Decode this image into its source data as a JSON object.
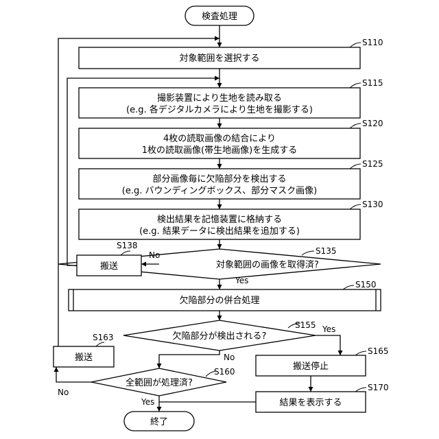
{
  "flowchart": {
    "start_label": "検査処理",
    "end_label": "終了",
    "s110": {
      "step": "S110",
      "line1": "対象範囲を選択する"
    },
    "s115": {
      "step": "S115",
      "line1": "撮影装置により生地を読み取る",
      "line2": "(e.g. 各デジタルカメラにより生地を撮影する)"
    },
    "s120": {
      "step": "S120",
      "line1": "4枚の読取画像の結合により",
      "line2": "1枚の読取画像(帯生地画像)を生成する"
    },
    "s125": {
      "step": "S125",
      "line1": "部分画像毎に欠陥部分を検出する",
      "line2": "(e.g. バウンディングボックス、部分マスク画像)"
    },
    "s130": {
      "step": "S130",
      "line1": "検出結果を記憶装置に格納する",
      "line2": "(e.g. 結果データに検出結果を追加する)"
    },
    "s135": {
      "step": "S135",
      "question": "対象範囲の画像を取得済?",
      "yes": "Yes",
      "no": "No"
    },
    "s138": {
      "step": "S138",
      "label": "搬送"
    },
    "s150": {
      "step": "S150",
      "label": "欠陥部分の併合処理"
    },
    "s155": {
      "step": "S155",
      "question": "欠陥部分が検出される?",
      "yes": "Yes",
      "no": "No"
    },
    "s160": {
      "step": "S160",
      "question": "全範囲が処理済?",
      "yes": "Yes",
      "no": "No"
    },
    "s163": {
      "step": "S163",
      "label": "搬送"
    },
    "s165": {
      "step": "S165",
      "label": "搬送停止"
    },
    "s170": {
      "step": "S170",
      "label": "結果を表示する"
    }
  }
}
